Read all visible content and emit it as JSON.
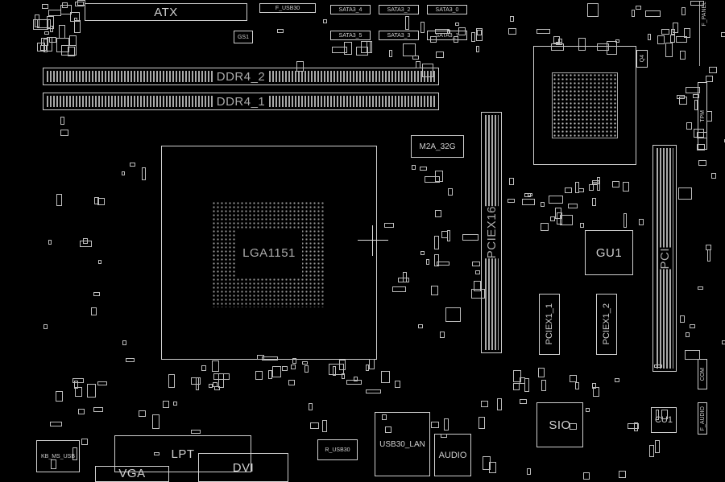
{
  "board": {
    "atx": "ATX",
    "ddr4_2": "DDR4_2",
    "ddr4_1": "DDR4_1",
    "cpu_socket": "LGA1151",
    "m2": "M2A_32G",
    "pciex16": "PCIEX16",
    "gu1": "GU1",
    "pci": "PCI",
    "pciex1_1": "PCIEX1_1",
    "pciex1_2": "PCIEX1_2",
    "sio": "SIO",
    "cu1": "CU1",
    "lpt": "LPT",
    "dvi": "DVI",
    "vga": "VGA",
    "audio": "AUDIO",
    "usb30_lan": "USB30_LAN",
    "r_usb30": "R_USB30",
    "kb_ms_usb": "KB_MS_USB",
    "f_usb30": "F_USB30",
    "f_panel": "F_PANEL",
    "com": "COM",
    "f_audio": "F_AUDIO",
    "tpm": "TPM",
    "sata": [
      "SATA3_4",
      "SATA3_2",
      "SATA3_0",
      "SATA3_5",
      "SATA3_3",
      "SATA3_1"
    ],
    "q4": "Q4",
    "gs1": "GS1"
  }
}
